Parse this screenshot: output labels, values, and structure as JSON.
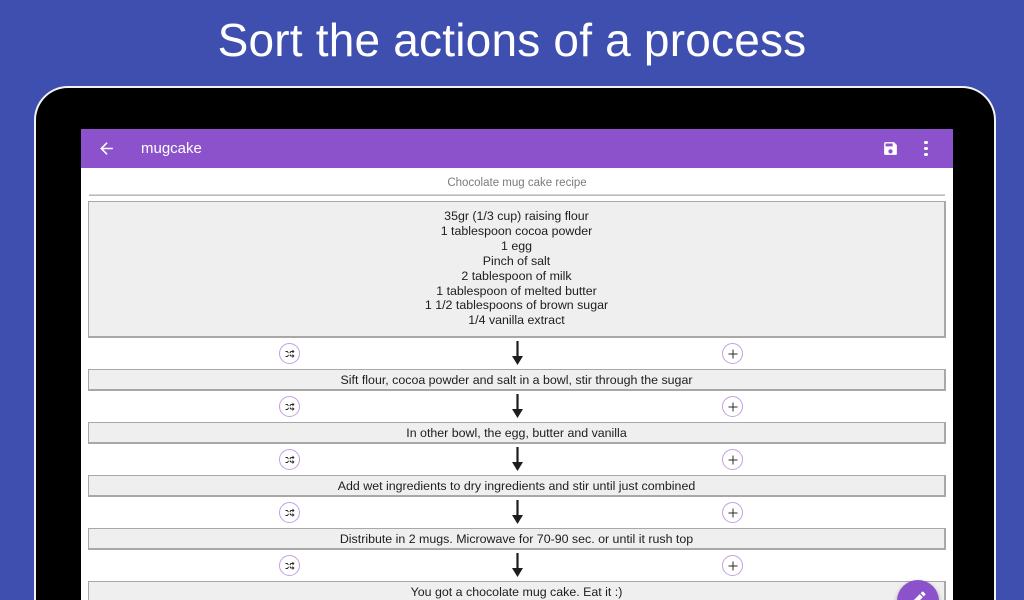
{
  "promo": {
    "headline": "Sort the actions of a process",
    "background_color": "#3f4fb0",
    "text_color": "#ffffff"
  },
  "theme": {
    "accent_purple": "#8b52cb",
    "icon_outline_purple": "#c49fe0",
    "card_bg": "#efefef",
    "card_border": "#a8a8a8"
  },
  "appbar": {
    "back_icon": "arrow-left-icon",
    "title": "mugcake",
    "save_icon": "save-icon",
    "overflow_icon": "more-vertical-icon"
  },
  "content": {
    "recipe_title": "Chocolate mug cake recipe",
    "ingredients": [
      "35gr (1/3 cup) raising flour",
      "1 tablespoon cocoa powder",
      "1 egg",
      "Pinch of salt",
      "2 tablespoon of milk",
      "1 tablespoon of melted butter",
      "1 1/2 tablespoons of brown sugar",
      "1/4 vanilla extract"
    ],
    "connector": {
      "shuffle_icon": "shuffle-icon",
      "arrow_icon": "arrow-down-icon",
      "add_icon": "plus-circle-icon"
    },
    "steps": [
      "Sift flour, cocoa powder and salt in a bowl, stir through the sugar",
      "In other bowl, the egg, butter and vanilla",
      "Add wet ingredients to dry ingredients and stir until just combined",
      "Distribute in 2 mugs. Microwave for 70-90 sec. or until it rush top",
      "You got a chocolate mug cake. Eat it :)"
    ]
  },
  "fab": {
    "icon": "pencil-icon"
  }
}
